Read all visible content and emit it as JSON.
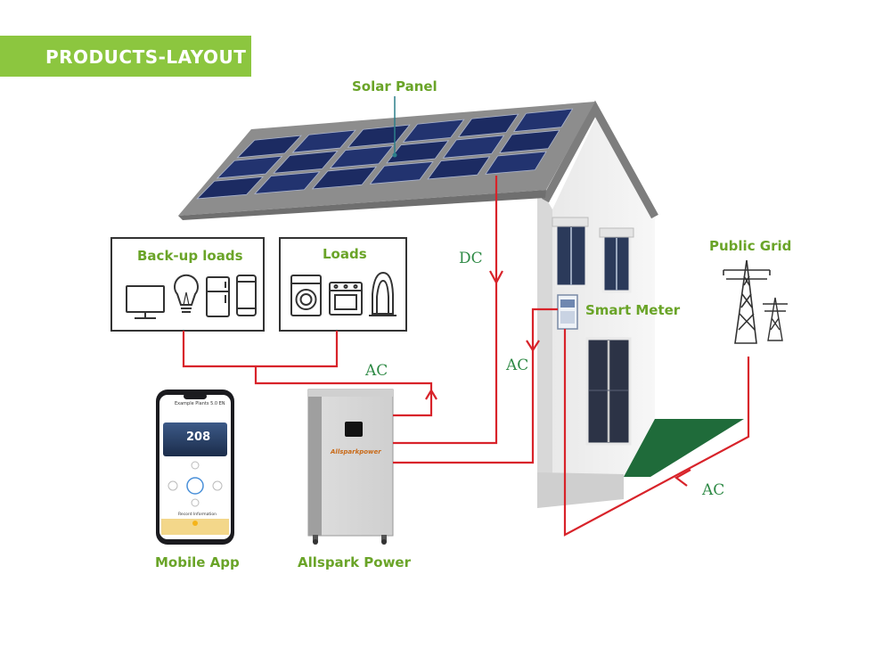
{
  "banner": {
    "title": "PRODUCTS-LAYOUT"
  },
  "labels": {
    "solar_panel": "Solar Panel",
    "backup_loads": "Back-up loads",
    "loads": "Loads",
    "public_grid": "Public Grid",
    "smart_meter": "Smart Meter",
    "mobile_app": "Mobile App",
    "allspark_power": "Allspark Power"
  },
  "flows": {
    "dc": "DC",
    "ac_loads": "AC",
    "ac_meter": "AC",
    "ac_grid": "AC"
  },
  "phone": {
    "plant_name": "Example Plants 5.0 EN",
    "power_value": "208",
    "section_title": "Record Information"
  },
  "inverter": {
    "brand": "Allsparkpower"
  },
  "colors": {
    "accent_green": "#8cc63f",
    "label_green": "#6aa428",
    "wire_red": "#d8232a",
    "flow_text_green": "#2f8a46",
    "panel_blue": "#1e2f6b",
    "lawn_green": "#1f6b3a"
  },
  "icons": [
    "tv-icon",
    "light-bulb-icon",
    "refrigerator-icon",
    "smartphone-icon",
    "washing-machine-icon",
    "oven-icon",
    "iron-icon",
    "power-tower-icon"
  ]
}
